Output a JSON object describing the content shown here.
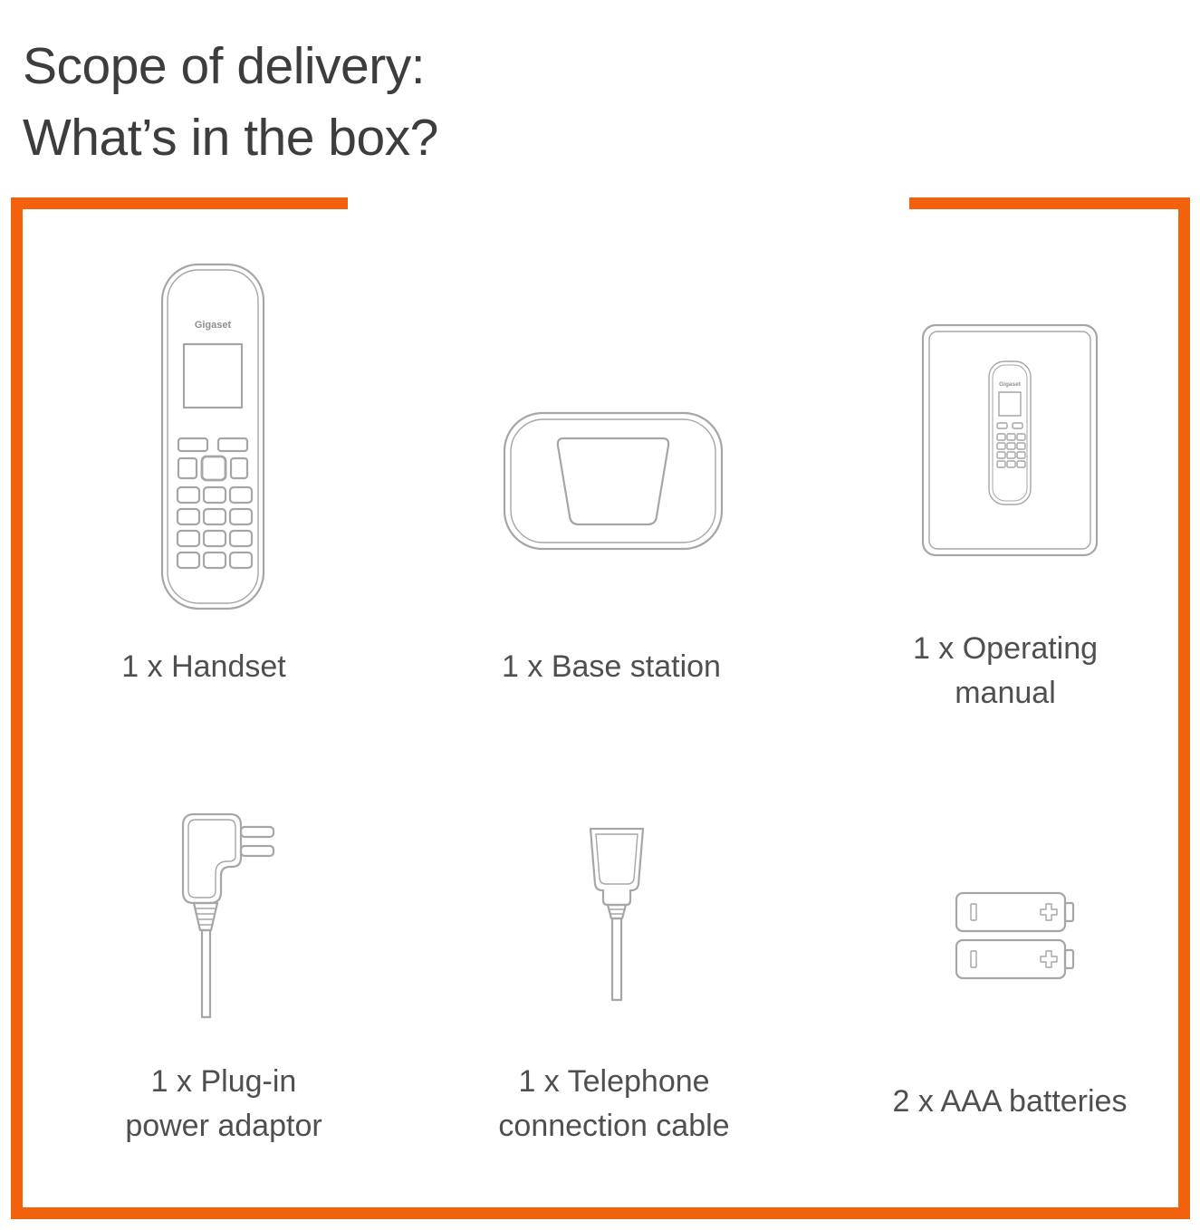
{
  "title": "Scope of delivery:\nWhat’s in the box?",
  "brand": "Gigaset",
  "items": [
    {
      "id": "handset",
      "label": "1 x Handset"
    },
    {
      "id": "base-station",
      "label": "1 x Base station"
    },
    {
      "id": "operating-manual",
      "label": "1 x Operating\nmanual"
    },
    {
      "id": "power-adaptor",
      "label": "1 x Plug-in\npower adaptor"
    },
    {
      "id": "telephone-cable",
      "label": "1 x Telephone\nconnection cable"
    },
    {
      "id": "aaa-batteries",
      "label": "2 x AAA batteries"
    }
  ],
  "colors": {
    "accent": "#F2610C",
    "line": "#a6a6a5",
    "text": "#4f4f4d",
    "title": "#3d3d3b"
  }
}
